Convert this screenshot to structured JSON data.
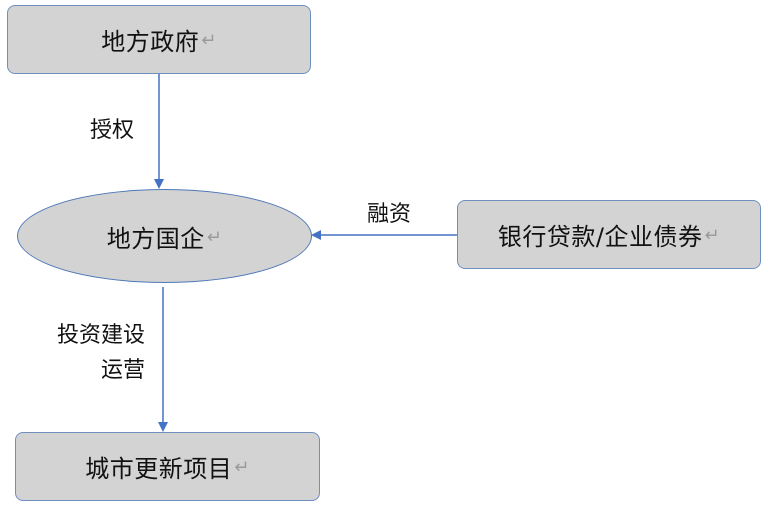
{
  "nodes": {
    "local_government": {
      "label": "地方政府",
      "mark": "↵"
    },
    "local_soe": {
      "label": "地方国企",
      "mark": "↵"
    },
    "bank_loans_bonds": {
      "label": "银行贷款/企业债券",
      "mark": "↵"
    },
    "urban_renewal": {
      "label": "城市更新项目",
      "mark": "↵"
    }
  },
  "edges": {
    "authorize": "授权",
    "financing": "融资",
    "investment_line1": "投资建设",
    "investment_line2": "运营"
  },
  "colors": {
    "box_fill": "#d3d3d3",
    "box_border": "#6f8fbf",
    "arrow": "#4472c4",
    "return_mark": "#9a9a9a"
  }
}
